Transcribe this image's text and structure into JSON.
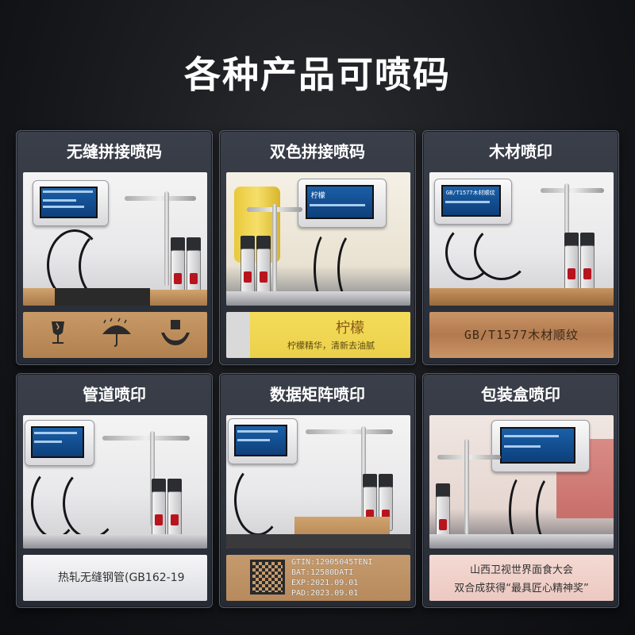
{
  "page": {
    "title": "各种产品可喷码"
  },
  "cards": [
    {
      "title": "无缝拼接喷码",
      "sample_icons": [
        "fragile-glass-icon",
        "umbrella-rain-icon",
        "hands-care-icon"
      ]
    },
    {
      "title": "双色拼接喷码",
      "sample": {
        "line1": "柠檬",
        "line2": "柠檬精华，清新去油腻"
      }
    },
    {
      "title": "木材喷印",
      "screen_text": "GB/T1577木材顺纹",
      "sample": {
        "line1": "GB/T1577木材顺纹"
      }
    },
    {
      "title": "管道喷印",
      "sample": {
        "line1": "热轧无缝钢管(GB162-19"
      }
    },
    {
      "title": "数据矩阵喷印",
      "sample": {
        "lines": [
          "GTIN:12905045TENI",
          "BAT:12580DATI",
          "EXP:2021.09.01",
          "PAD:2023.09.01"
        ]
      }
    },
    {
      "title": "包装盒喷印",
      "sample": {
        "line1": "山西卫视世界面食大会",
        "line2": "双合成获得“最具匠心精神奖”"
      }
    }
  ],
  "colors": {
    "accent_red": "#b8141e",
    "lemon_yellow": "#f1d54a",
    "wood": "#b9875a"
  }
}
